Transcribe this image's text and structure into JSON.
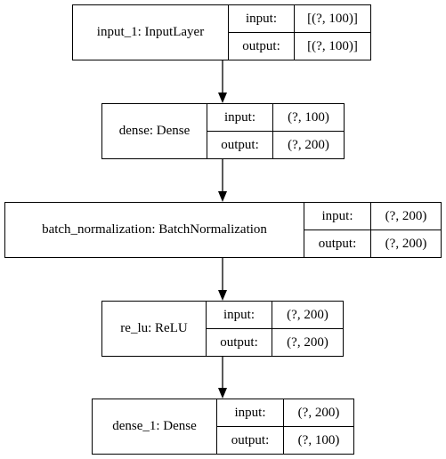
{
  "diagram": {
    "nodes": [
      {
        "name": "input_1: InputLayer",
        "input_label": "input:",
        "input_value": "[(?, 100)]",
        "output_label": "output:",
        "output_value": "[(?, 100)]"
      },
      {
        "name": "dense: Dense",
        "input_label": "input:",
        "input_value": "(?, 100)",
        "output_label": "output:",
        "output_value": "(?, 200)"
      },
      {
        "name": "batch_normalization: BatchNormalization",
        "input_label": "input:",
        "input_value": "(?, 200)",
        "output_label": "output:",
        "output_value": "(?, 200)"
      },
      {
        "name": "re_lu: ReLU",
        "input_label": "input:",
        "input_value": "(?, 200)",
        "output_label": "output:",
        "output_value": "(?, 200)"
      },
      {
        "name": "dense_1: Dense",
        "input_label": "input:",
        "input_value": "(?, 200)",
        "output_label": "output:",
        "output_value": "(?, 100)"
      }
    ]
  }
}
